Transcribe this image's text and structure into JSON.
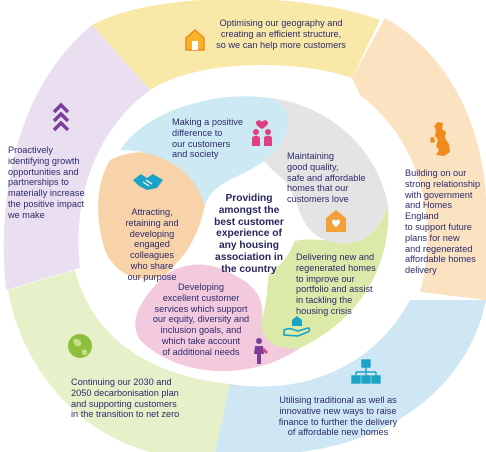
{
  "center": {
    "title": "Providing\namongst the\nbest customer\nexperience of\nany housing\nassociation in\nthe country"
  },
  "outer_ring": [
    {
      "id": "geography",
      "text": "Optimising our geography and\ncreating an efficient structure,\nso we can help more customers",
      "icon": "house-icon",
      "color": "#f9e9a8"
    },
    {
      "id": "government",
      "text": "Building on our\nstrong relationship\nwith government\nand Homes England\nto support future\nplans for new\nand regenerated\naffordable homes\ndelivery",
      "icon": "uk-map-icon",
      "color": "#fbe3c2"
    },
    {
      "id": "finance",
      "text": "Utilising traditional as well as\ninnovative new ways to raise\nfinance to further the delivery\nof affordable new homes",
      "icon": "org-chart-icon",
      "color": "#cfe6f5"
    },
    {
      "id": "decarbonisation",
      "text": "Continuing our 2030 and\n2050 decarbonisation plan\nand supporting customers\nin the transition to net zero",
      "icon": "globe-icon",
      "color": "#e6f0c9"
    },
    {
      "id": "growth",
      "text": "Proactively\nidentifying growth\nopportunities and\npartnerships to\nmaterially increase\nthe positive impact\nwe make",
      "icon": "chevrons-up-icon",
      "color": "#eadff0"
    }
  ],
  "inner_ring": [
    {
      "id": "difference",
      "text": "Making a positive\ndifference to\nour customers\nand society",
      "icon": "people-heart-icon",
      "color": "#cdeaf4"
    },
    {
      "id": "homes",
      "text": "Maintaining\ngood quality,\nsafe and affordable\nhomes that our\ncustomers love",
      "icon": "house-heart-icon",
      "color": "#e4e4e4"
    },
    {
      "id": "delivering",
      "text": "Delivering new and\nregenerated homes\nto improve our\nportfolio and assist\nin tackling the\nhousing crisis",
      "icon": "hand-house-icon",
      "color": "#dbeaa8"
    },
    {
      "id": "services",
      "text": "Developing\nexcellent customer\nservices which support\nour equity, diversity and\ninclusion goals, and\nwhich take account\nof additional needs",
      "icon": "accessibility-icon",
      "color": "#f3c9dd"
    },
    {
      "id": "colleagues",
      "text": "Attracting,\nretaining and\ndeveloping\nengaged\ncolleagues\nwho share\nour purpose",
      "icon": "handshake-icon",
      "color": "#f8d2a8"
    }
  ],
  "colors": {
    "text": "#2b2b6b",
    "purple": "#7b3f98",
    "orange": "#f08a1c",
    "pink": "#e0407f",
    "teal": "#1aa3c4",
    "green": "#8dbf3a"
  }
}
